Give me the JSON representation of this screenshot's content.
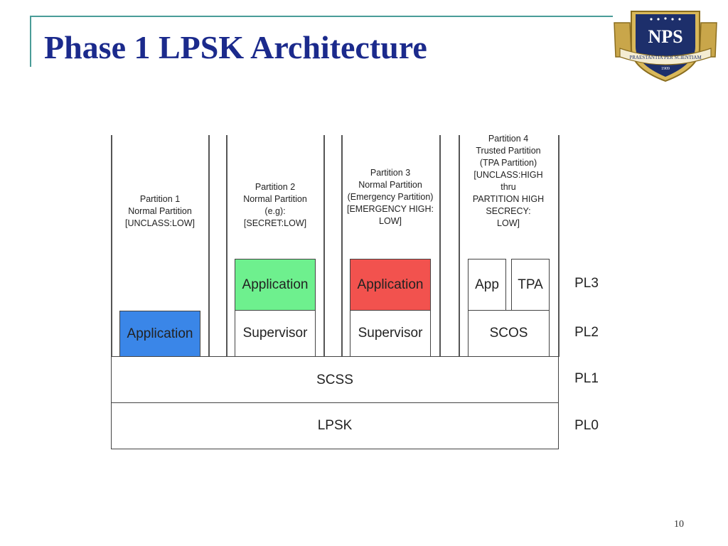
{
  "slide": {
    "title": "Phase 1 LPSK Architecture",
    "page_number": "10"
  },
  "seal": {
    "text_main": "NPS",
    "text_motto": "PRAESTANTIA PER SCIENTIAM",
    "text_year": "1909"
  },
  "partitions": {
    "p1": "Partition 1\nNormal Partition\n[UNCLASS:LOW]",
    "p2": "Partition 2\nNormal Partition\n(e.g):\n[SECRET:LOW]",
    "p3": "Partition 3\nNormal Partition\n(Emergency Partition)\n[EMERGENCY HIGH:\nLOW]",
    "p4": "Partition 4\nTrusted Partition\n(TPA Partition)\n[UNCLASS:HIGH\nthru\nPARTITION HIGH\nSECRECY:\nLOW]"
  },
  "boxes": {
    "app1": "Application",
    "app2": "Application",
    "sup2": "Supervisor",
    "app3": "Application",
    "sup3": "Supervisor",
    "app4": "App",
    "tpa4": "TPA",
    "scos": "SCOS",
    "scss": "SCSS",
    "lpsk": "LPSK"
  },
  "levels": {
    "pl3": "PL3",
    "pl2": "PL2",
    "pl1": "PL1",
    "pl0": "PL0"
  },
  "colors": {
    "app1": "#3a86e8",
    "app2": "#6ef08e",
    "app3": "#f2524e",
    "title": "#1b2a8c",
    "rule": "#4a9c98"
  }
}
